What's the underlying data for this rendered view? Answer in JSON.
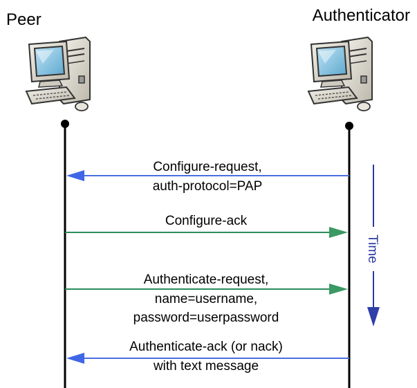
{
  "participants": {
    "peer": {
      "label": "Peer"
    },
    "authenticator": {
      "label": "Authenticator"
    }
  },
  "messages": [
    {
      "lines": [
        "Configure-request,",
        "auth-protocol=PAP"
      ],
      "direction": "authenticator-to-peer",
      "color": "#4a6ee0"
    },
    {
      "lines": [
        "Configure-ack"
      ],
      "direction": "peer-to-authenticator",
      "color": "#2a8c5a"
    },
    {
      "lines": [
        "Authenticate-request,",
        "name=username,",
        "password=userpassword"
      ],
      "direction": "peer-to-authenticator",
      "color": "#2a8c5a"
    },
    {
      "lines": [
        "Authenticate-ack (or nack)",
        "with text message"
      ],
      "direction": "authenticator-to-peer",
      "color": "#4a6ee0"
    }
  ],
  "time_axis": {
    "label": "Time",
    "color": "#2b3a9e"
  },
  "icons": {
    "computer": "desktop-computer-icon"
  },
  "colors": {
    "lifeline": "#000000"
  }
}
